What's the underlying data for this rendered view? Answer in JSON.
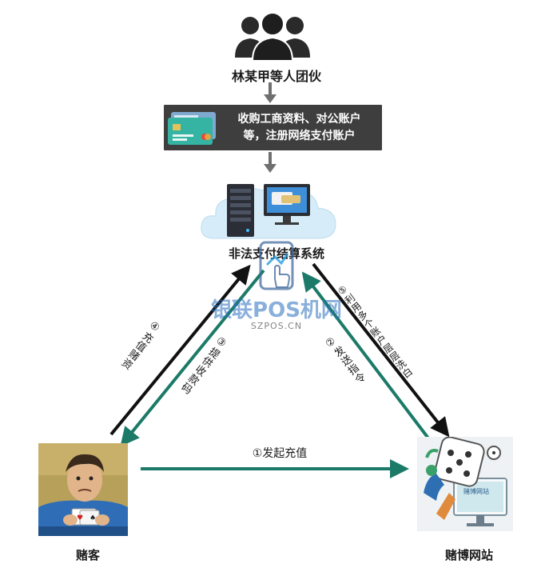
{
  "group": {
    "title": "林某甲等人团伙",
    "icon": "people-group-icon"
  },
  "step_box": {
    "text_line1": "收购工商资料、对公账户",
    "text_line2": "等，注册网络支付账户",
    "icon": "bank-card-icon"
  },
  "system": {
    "label": "非法支付结算系统",
    "icons": [
      "server-icon",
      "computer-icon",
      "cloud-icon"
    ]
  },
  "watermark": {
    "main": "银联POS机网",
    "sub": "SZPOS.CN"
  },
  "gambler": {
    "label": "赌客"
  },
  "site": {
    "label": "赌博网站"
  },
  "flows": {
    "f1": "①发起充值",
    "f2": "②发送指令",
    "f3": "③提供收款码",
    "f4": "④充值赌资",
    "f5": "⑤利用多个账户层层洗白"
  },
  "colors": {
    "teal": "#1c7a68",
    "black": "#111111",
    "gray_arrow": "#6f6f6f",
    "box": "#3e3e3e"
  }
}
